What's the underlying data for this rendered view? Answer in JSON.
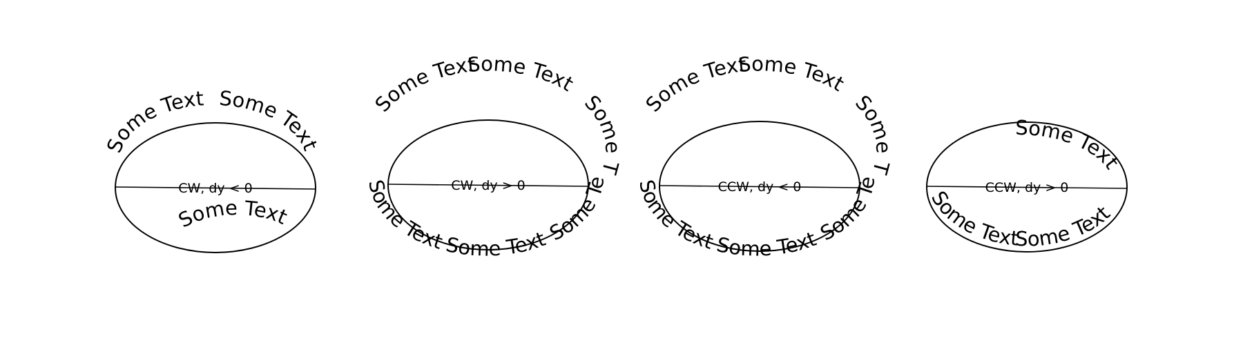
{
  "ellipses": [
    {
      "caption": "CW, dy < 0",
      "labels": [
        "Some Text",
        "Some Text",
        "Some Text"
      ]
    },
    {
      "caption": "CW, dy > 0",
      "labels": [
        "Some Text",
        "Some Text",
        "Some Text",
        "Some Text",
        "Some Text",
        "Some Text"
      ]
    },
    {
      "caption": "CCW, dy < 0",
      "labels": [
        "Some Text",
        "Some Text",
        "Some Text",
        "Some Text",
        "Some Text",
        "Some Text"
      ]
    },
    {
      "caption": "CCW, dy > 0",
      "labels": [
        "Some Text",
        "Some Text",
        "Some Text"
      ]
    }
  ]
}
